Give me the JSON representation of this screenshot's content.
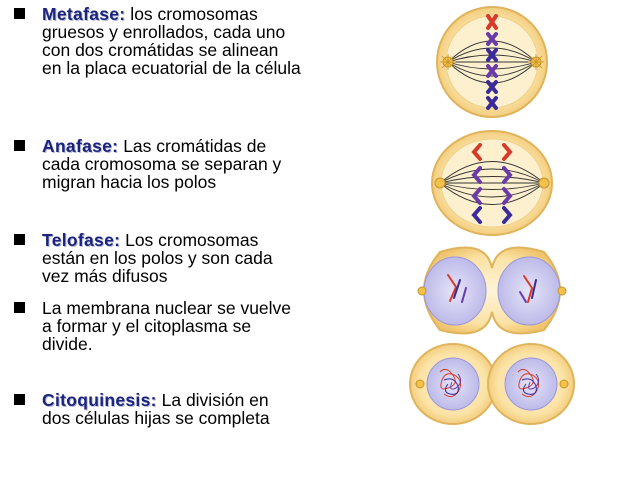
{
  "items": [
    {
      "term": "Metafase:",
      "first_line_rest": " los cromosomas",
      "lines": [
        "gruesos y enrollados, cada uno",
        "con dos cromátidas se alinean",
        "en la placa ecuatorial de la célula"
      ]
    },
    {
      "term": "Anafase:",
      "first_line_rest": " Las cromátidas de",
      "lines": [
        "cada cromosoma se separan y",
        "migran hacia los polos"
      ]
    },
    {
      "term": "Telofase:",
      "first_line_rest": "  Los cromosomas",
      "lines": [
        "están en los polos y son cada",
        "vez más difusos"
      ]
    },
    {
      "term": "",
      "first_line_rest": "La membrana nuclear se vuelve",
      "lines": [
        "a formar y el citoplasma se",
        "divide."
      ]
    },
    {
      "term": "Citoquinesis:",
      "first_line_rest": " La división en",
      "lines": [
        "dos células hijas se completa"
      ]
    }
  ],
  "colors": {
    "term": "#1a237e",
    "cell_fill": "#fbe3a6",
    "cell_edge": "#e0b45c",
    "cell_inner": "#fdf0cf",
    "nucleus": "#c9c8ee",
    "spindle": "#333333",
    "chromosome_red": "#d83a2a",
    "chromosome_blue": "#3a2a9a",
    "chromosome_purple": "#6a3aa8"
  }
}
